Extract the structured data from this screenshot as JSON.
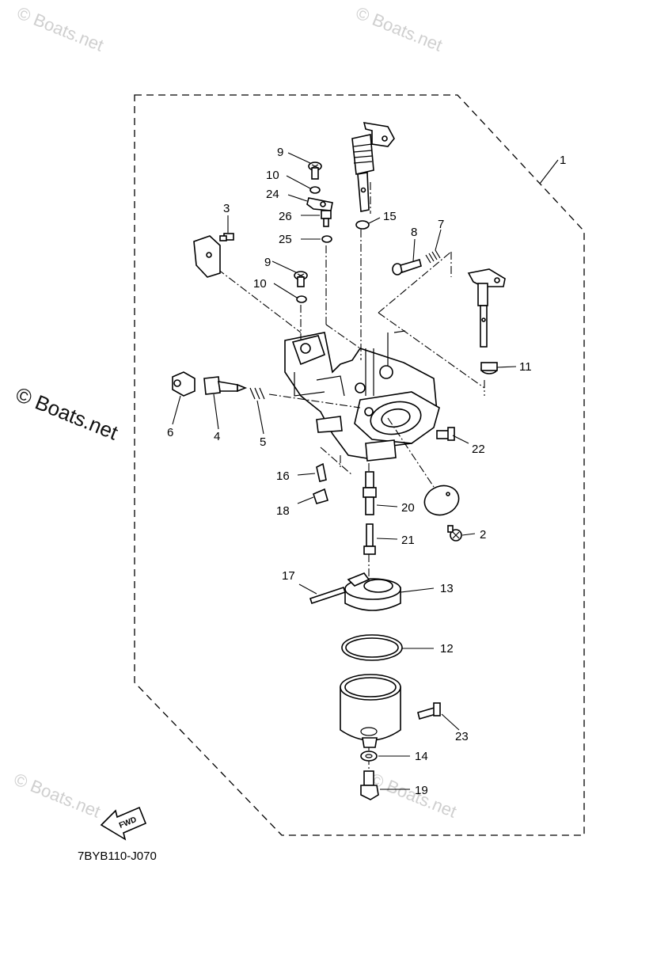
{
  "diagram": {
    "drawing_code": "7BYB110-J070",
    "fwd_label": "FWD",
    "watermark_text": "© Boats.net",
    "labels": [
      "1",
      "2",
      "3",
      "4",
      "5",
      "6",
      "7",
      "8",
      "9",
      "9",
      "10",
      "10",
      "11",
      "12",
      "13",
      "14",
      "15",
      "16",
      "17",
      "18",
      "19",
      "20",
      "21",
      "22",
      "23",
      "24",
      "25",
      "26"
    ]
  }
}
